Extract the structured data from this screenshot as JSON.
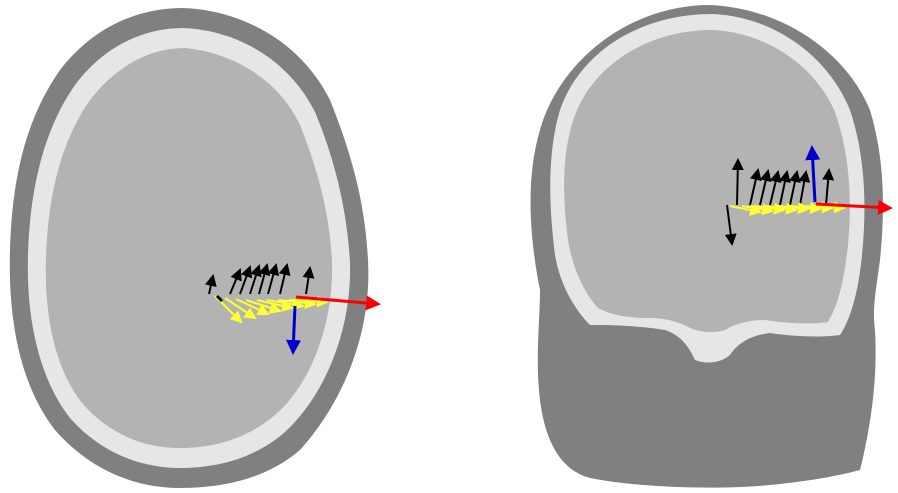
{
  "colors": {
    "background": "#ffffff",
    "skin": "#808080",
    "skull": "#e6e6e6",
    "brain": "#b3b3b3",
    "black_vectors": "#000000",
    "yellow_vectors": "#ffff33",
    "red_axis": "#ff0000",
    "blue_axis": "#0000cc"
  },
  "panels": [
    {
      "view": "axial",
      "vectors": {
        "black_count": 8,
        "yellow_count": 8
      }
    },
    {
      "view": "coronal",
      "vectors": {
        "black_count": 8,
        "yellow_count": 8
      }
    }
  ]
}
